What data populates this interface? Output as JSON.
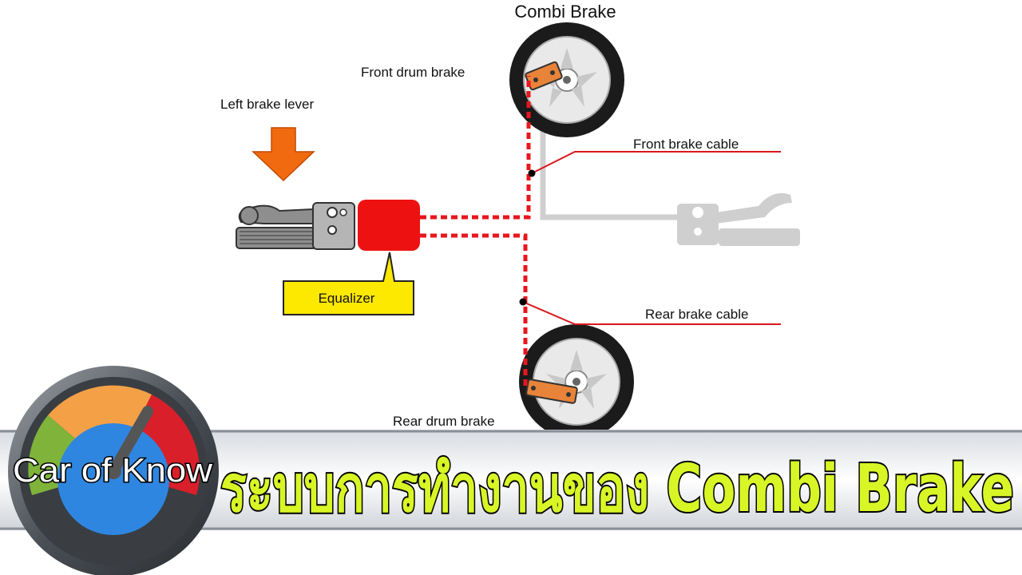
{
  "diagram": {
    "title": "Combi Brake",
    "labels": {
      "left_brake_lever": "Left brake lever",
      "front_drum_brake": "Front drum brake",
      "front_brake_cable": "Front brake cable",
      "rear_brake_cable": "Rear brake cable",
      "rear_drum_brake": "Rear drum brake",
      "equalizer": "Equalizer"
    },
    "colors": {
      "cable_red": "#e8161d",
      "equalizer_red": "#ee1111",
      "callout_yellow": "#fde800",
      "arrow_orange": "#f26a10",
      "brake_shoe_orange": "#e8833a",
      "faded_lever_gray": "#cfcfcf"
    }
  },
  "banner": {
    "logo_text": "Car of Know",
    "headline": "ระบบการทำงานของ Combi Brake",
    "colors": {
      "headline_fill": "#d8f526",
      "headline_outline": "#000000",
      "logo_text": "#ffffff"
    }
  }
}
